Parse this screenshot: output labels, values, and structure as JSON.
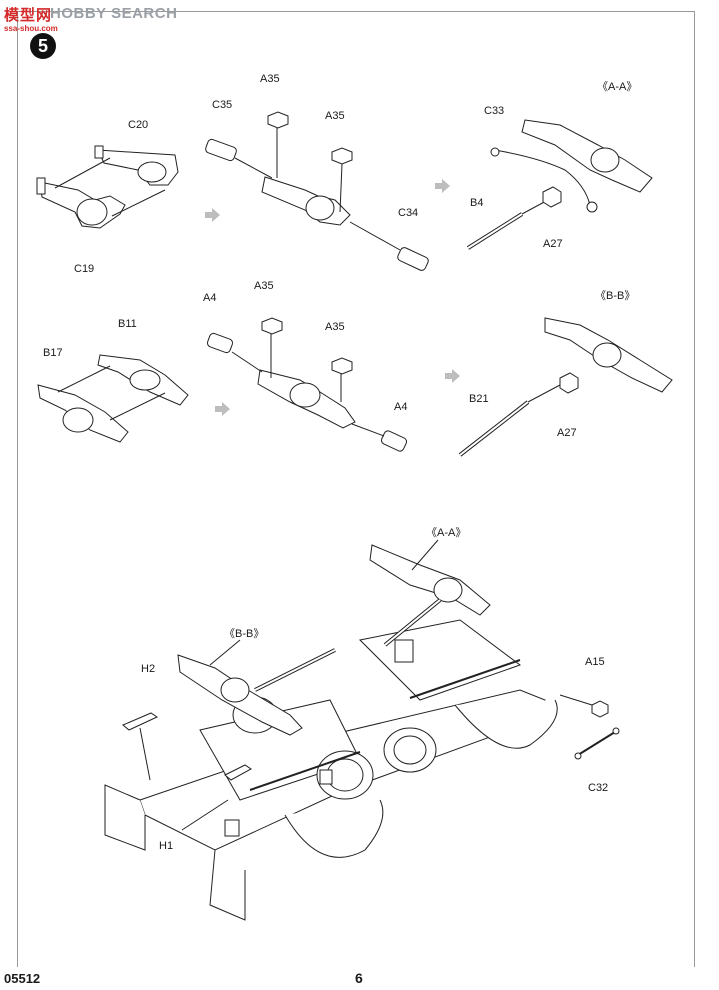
{
  "header": {
    "watermark_cn": "模型网",
    "watermark_en": "HOBBY SEARCH",
    "watermark_url": "ssa-shou.com"
  },
  "step": {
    "number": "5"
  },
  "row1": {
    "left_parts": [
      "C20",
      "C19"
    ],
    "middle_parts": [
      "A35",
      "C35",
      "A35",
      "C34"
    ],
    "right_section": "《A-A》",
    "right_parts": [
      "C33",
      "B4",
      "A27"
    ]
  },
  "row2": {
    "left_parts": [
      "B11",
      "B17"
    ],
    "middle_parts": [
      "A4",
      "A35",
      "A35",
      "A4"
    ],
    "right_section": "《B-B》",
    "right_parts": [
      "B21",
      "A27"
    ]
  },
  "final": {
    "section_aa": "《A-A》",
    "section_bb": "《B-B》",
    "parts": [
      "H2",
      "H1",
      "A15",
      "C32"
    ]
  },
  "footer": {
    "code": "05512",
    "page": "6"
  }
}
